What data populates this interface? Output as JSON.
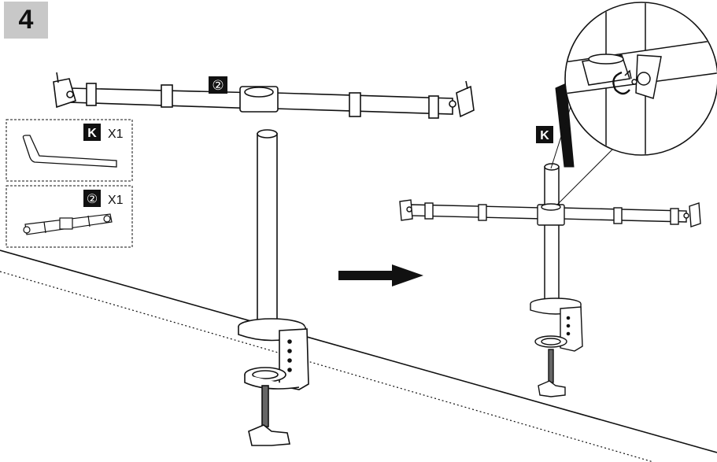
{
  "step": {
    "number": "4"
  },
  "callouts": {
    "bar_part_badge": "②",
    "kit_badge_k": "K"
  },
  "parts_list": [
    {
      "badge": "K",
      "qty": "X1",
      "item": "hex-key"
    },
    {
      "badge": "②",
      "qty": "X1",
      "item": "crossbar"
    }
  ],
  "colors": {
    "ink": "#111111",
    "step_box": "#c8c8c8",
    "badge_bg": "#111111",
    "badge_fg": "#ffffff"
  }
}
